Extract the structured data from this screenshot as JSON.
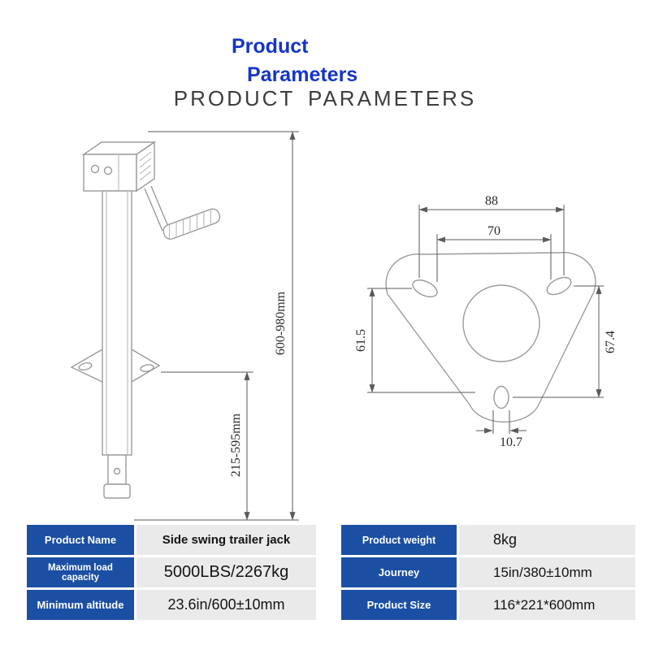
{
  "header": {
    "title_line1": "Product",
    "title_line2": "Parameters",
    "subtitle": "PRODUCT PARAMETERS"
  },
  "colors": {
    "title_blue": "#1535c9",
    "table_blue": "#1b4fa3",
    "value_bg": "#eaeaea",
    "drawing_line": "#9b9b9b",
    "dimension_line": "#5a5a5a"
  },
  "diagram": {
    "side_view": {
      "height_total": "600-980mm",
      "height_travel": "215-595mm"
    },
    "top_view": {
      "dim_outer": "88",
      "dim_inner": "70",
      "dim_left": "61.5",
      "dim_right": "67.4",
      "dim_bottom": "10.7"
    }
  },
  "table": {
    "left": [
      {
        "label": "Product Name",
        "value": "Side swing trailer jack"
      },
      {
        "label": "Maximum load capacity",
        "value": "5000LBS/2267kg"
      },
      {
        "label": "Minimum altitude",
        "value": "23.6in/600±10mm"
      }
    ],
    "right": [
      {
        "label": "Product weight",
        "value": "8kg"
      },
      {
        "label": "Journey",
        "value": "15in/380±10mm"
      },
      {
        "label": "Product Size",
        "value": "116*221*600mm"
      }
    ]
  }
}
